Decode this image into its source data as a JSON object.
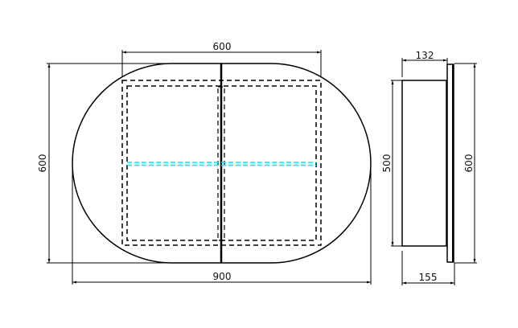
{
  "front_view": {
    "top_width_label": "600",
    "height_label": "600",
    "total_width_label": "900"
  },
  "side_view": {
    "depth_top_label": "132",
    "cabinet_height_label": "500",
    "total_height_label": "600",
    "depth_bottom_label": "155"
  },
  "colors": {
    "line": "#000000",
    "led_strip": "#00e5ff"
  }
}
